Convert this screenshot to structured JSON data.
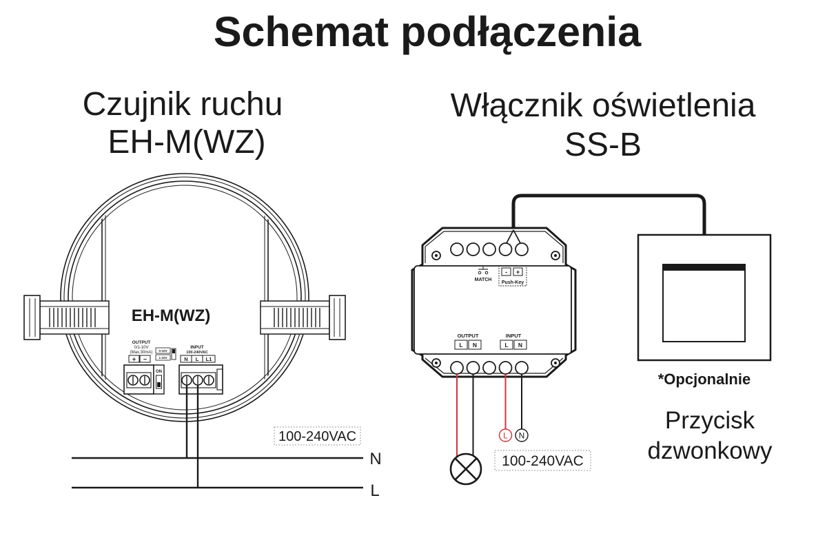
{
  "title": "Schemat podłączenia",
  "left": {
    "heading_line1": "Czujnik ruchu",
    "heading_line2": "EH-M(WZ)",
    "device": {
      "model": "EH-M(WZ)",
      "output_title": "OUTPUT",
      "output_signal": "0/1-10V",
      "output_max": "(Max.30mA)",
      "output_plus": "+",
      "output_minus": "−",
      "mode_0_10": "0-10V",
      "mode_1_10": "1-10V",
      "switch_on": "ON",
      "input_title": "INPUT",
      "input_voltage": "100-240VAC",
      "input_terminals": [
        "N",
        "L",
        "L1"
      ]
    },
    "supply_label": "100-240VAC",
    "line_n": "N",
    "line_l": "L"
  },
  "right": {
    "heading_line1": "Włącznik oświetlenia",
    "heading_line2": "SS-B",
    "device": {
      "match": "MATCH",
      "push_key": "Push-Key",
      "push_minus": "-",
      "push_plus": "+",
      "output_title": "OUTPUT",
      "output_terminals": [
        "L",
        "N"
      ],
      "input_title": "INPUT",
      "input_terminals": [
        "L",
        "N"
      ]
    },
    "supply_l": "L",
    "supply_n": "N",
    "supply_label": "100-240VAC",
    "optional_note": "*Opcjonalnie",
    "button_line1": "Przycisk",
    "button_line2": "dzwonkowy"
  },
  "colors": {
    "ink": "#1a1a1a",
    "live_wire": "#d2323c",
    "dashed_border": "#9a9a9a"
  }
}
